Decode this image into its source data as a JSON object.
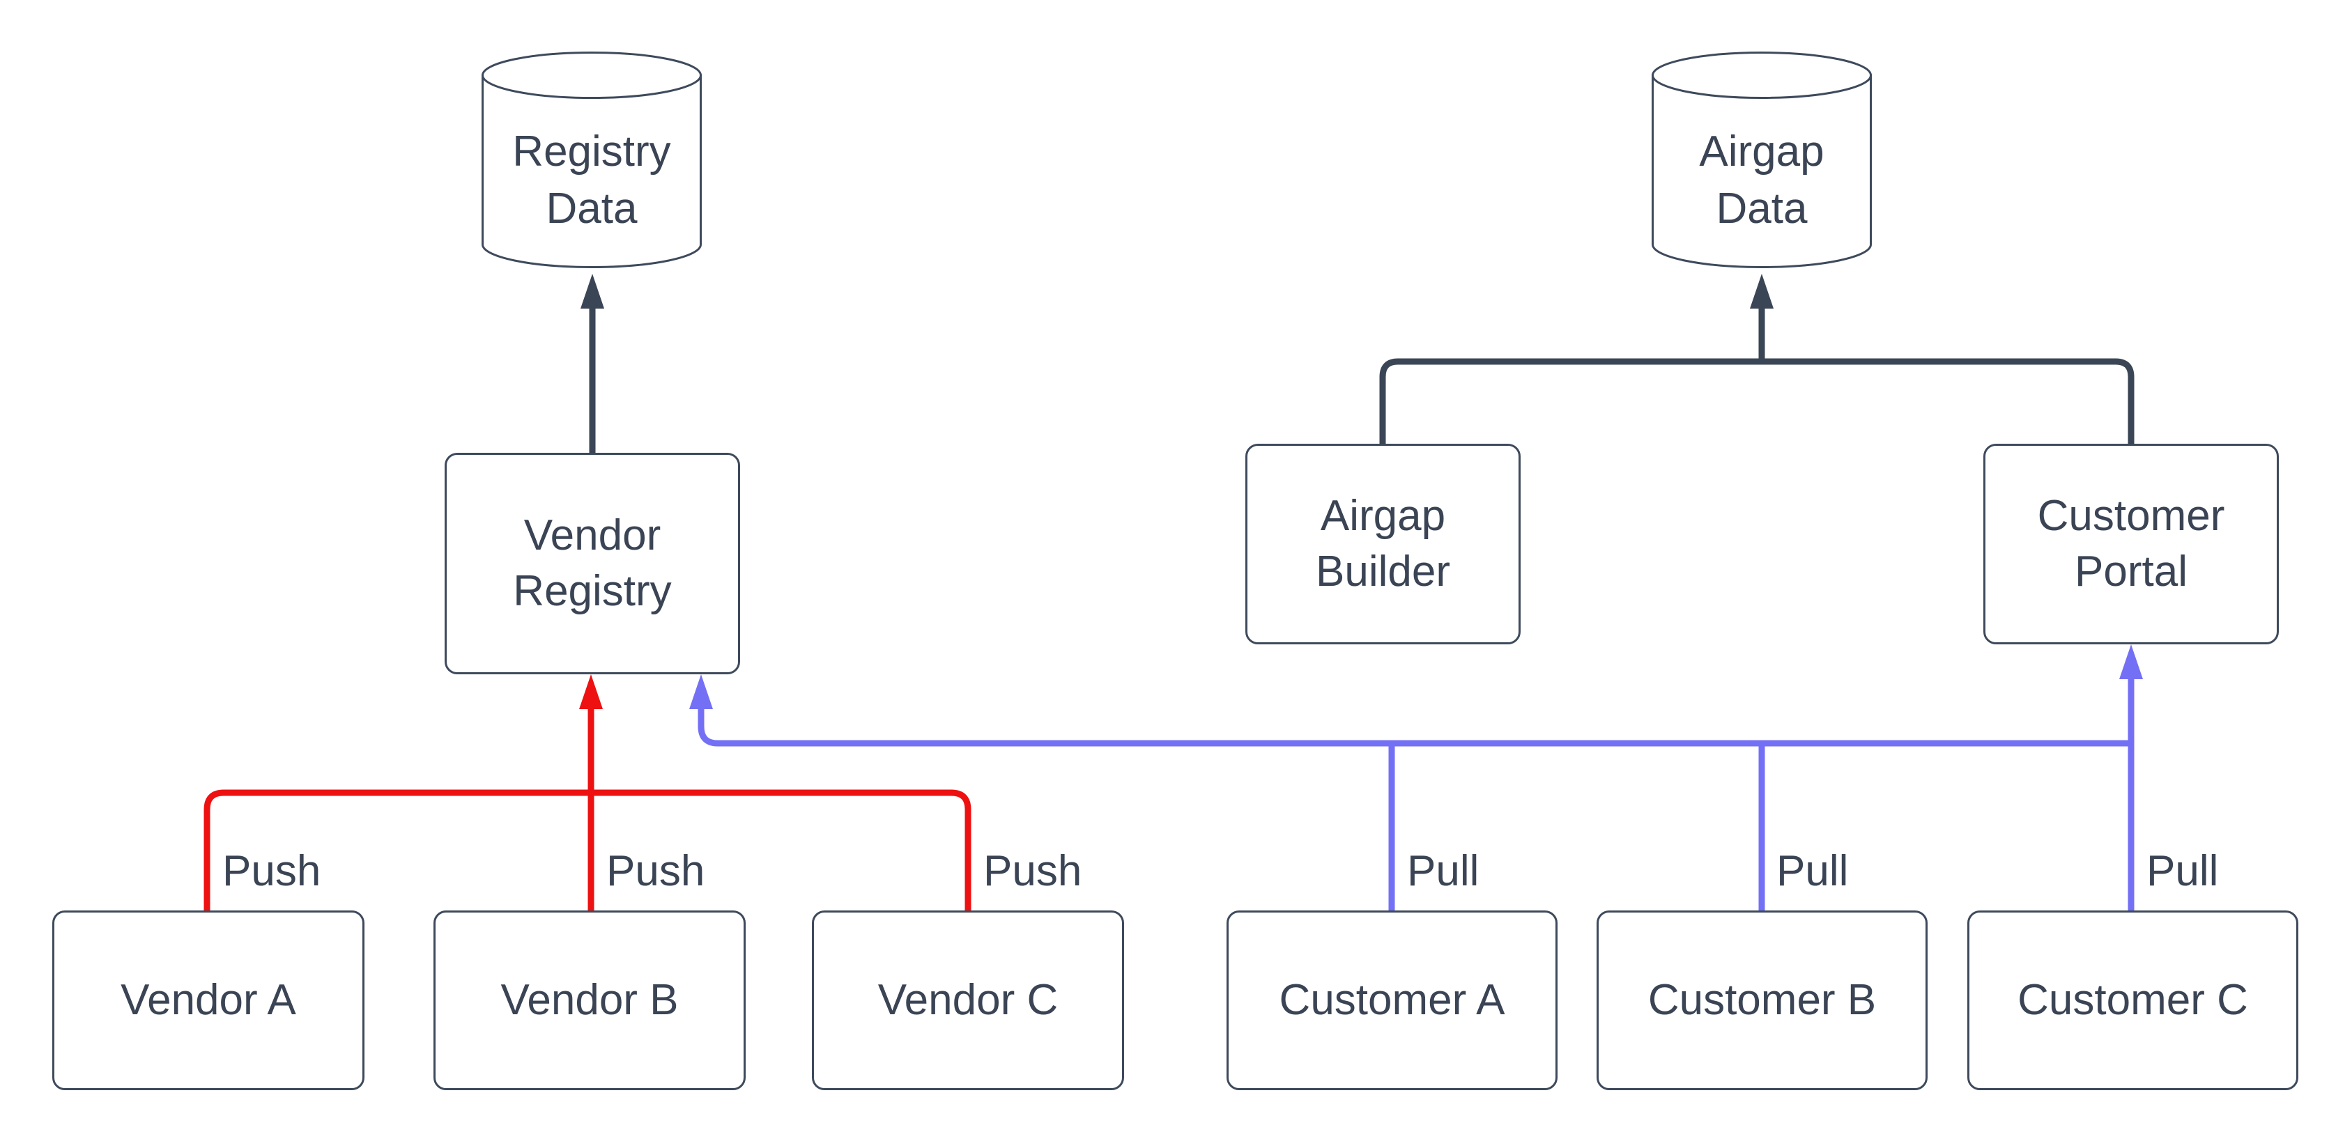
{
  "colors": {
    "text": "#3A4454",
    "node_stroke": "#3E4A5C",
    "connector": "#3A4556",
    "push": "#EE1111",
    "pull": "#7470F5",
    "node_fill": "#FFFFFF",
    "background": "#FFFFFF"
  },
  "nodes": {
    "registry_data": "Registry Data",
    "airgap_data": "Airgap Data",
    "vendor_registry": "Vendor Registry",
    "airgap_builder": "Airgap Builder",
    "customer_portal": "Customer Portal",
    "vendor_a": "Vendor A",
    "vendor_b": "Vendor B",
    "vendor_c": "Vendor C",
    "customer_a": "Customer A",
    "customer_b": "Customer B",
    "customer_c": "Customer C"
  },
  "edge_labels": {
    "push": "Push",
    "pull": "Pull"
  }
}
